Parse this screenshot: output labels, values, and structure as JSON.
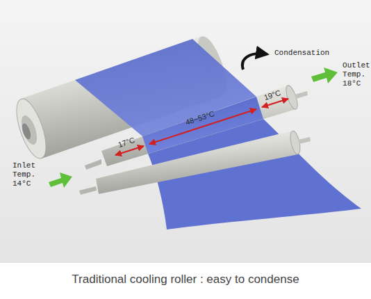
{
  "diagram": {
    "caption": "Traditional cooling roller : easy to condense",
    "labels": [
      "Condensation",
      "Outlet Temp. 18°C",
      "19°C",
      "48~53°C",
      "17°C",
      "Inlet Temp. 14°C"
    ]
  }
}
